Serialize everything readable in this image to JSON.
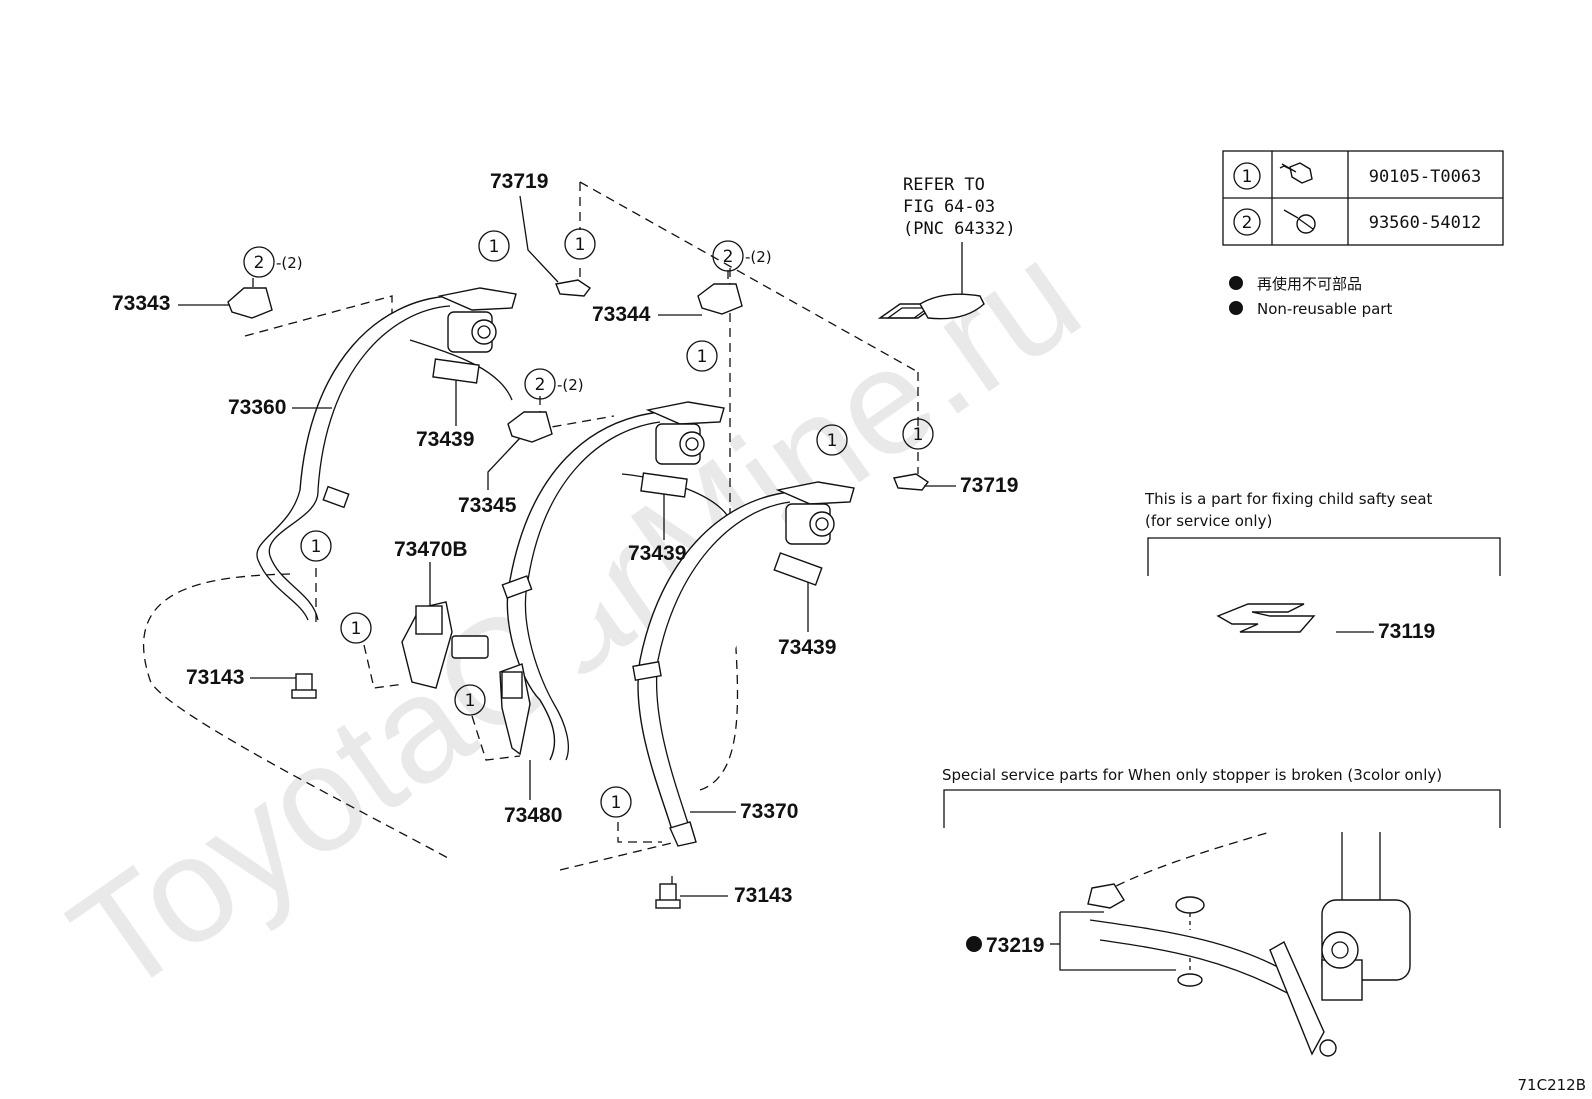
{
  "watermark": "ToyotaCarMine.ru",
  "figure_code": "71C212B",
  "refer_note": [
    "REFER TO",
    "FIG 64-03",
    "(PNC 64332)"
  ],
  "legend_table": [
    {
      "symbol": "1",
      "part_no": "90105-T0063"
    },
    {
      "symbol": "2",
      "part_no": "93560-54012"
    }
  ],
  "notes": [
    "再使用不可部品",
    "Non-reusable part"
  ],
  "child_seat_note": [
    "This is a part for fixing child safty seat",
    "(for service only)"
  ],
  "special_note": "Special service parts for When only stopper is broken (3color only)",
  "callouts": {
    "c73719a": "73719",
    "c73719b": "73719",
    "c73343": "73343",
    "c73344": "73344",
    "c73345": "73345",
    "c73360": "73360",
    "c73439a": "73439",
    "c73439b": "73439",
    "c73439c": "73439",
    "c73470b": "73470B",
    "c73480": "73480",
    "c73370": "73370",
    "c73143a": "73143",
    "c73143b": "73143",
    "c73119": "73119",
    "c73219": "73219"
  },
  "qty_suffix": "-(2)",
  "circled": {
    "one": "1",
    "two": "2"
  }
}
